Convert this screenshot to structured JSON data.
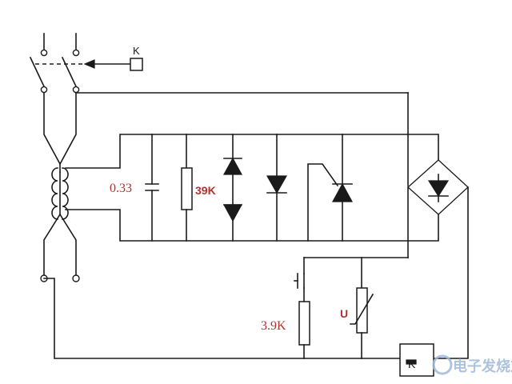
{
  "labels": {
    "relay_top": "K",
    "relay_bottom": "K",
    "capacitor": "0.33",
    "resistor_main": "39K",
    "resistor_low": "3.9K",
    "varistor": "U"
  },
  "watermark": "电子发烧友",
  "colors": {
    "wire": "#1a1a1a",
    "value_label": "#b03030",
    "watermark": "#9fb8d8"
  }
}
